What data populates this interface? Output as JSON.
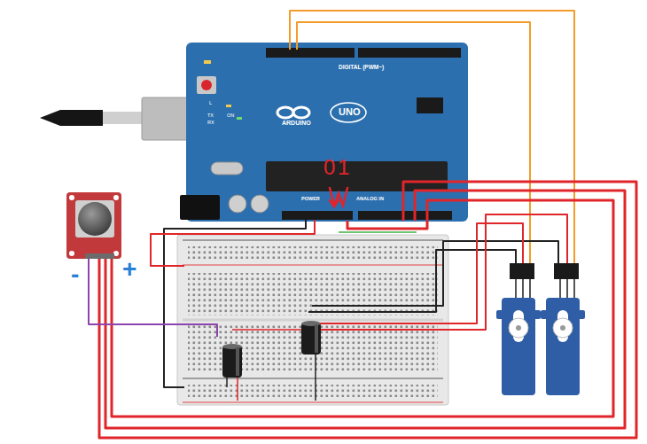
{
  "diagram": {
    "nodes": [
      {
        "text": [
          "DIGITAL (PWM~)",
          "L",
          "TX",
          "RX",
          "ON",
          "UNO",
          "ARDUINO",
          "POWER",
          "ANALOG IN"
        ]
      }
    ],
    "labels": [
      "0",
      "1",
      "-",
      "+"
    ]
  }
}
